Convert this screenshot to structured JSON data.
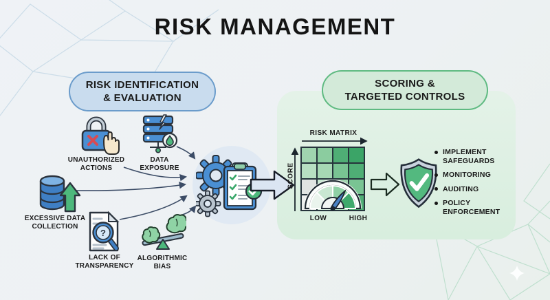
{
  "title": "RISK MANAGEMENT",
  "left_section": {
    "header_line1": "RISK IDENTIFICATION",
    "header_line2": "& EVALUATION",
    "items": [
      {
        "icon": "lock-denied-hand-icon",
        "label_line1": "UNAUTHORIZED",
        "label_line2": "ACTIONS"
      },
      {
        "icon": "server-leak-icon",
        "label_line1": "DATA",
        "label_line2": "EXPOSURE"
      },
      {
        "icon": "database-growth-icon",
        "label_line1": "EXCESSIVE DATA",
        "label_line2": "COLLECTION"
      },
      {
        "icon": "document-magnifier-icon",
        "label_line1": "LACK OF",
        "label_line2": "TRANSPARENCY"
      },
      {
        "icon": "brain-balance-icon",
        "label_line1": "ALGORITHMIC",
        "label_line2": "BIAS"
      }
    ],
    "hub_icon": "gears-checklist-icon"
  },
  "right_section": {
    "header_line1": "SCORING &",
    "header_line2": "TARGETED CONTROLS",
    "matrix": {
      "title": "RISK MATRIX",
      "y_axis_label": "SCORE",
      "x_min_label": "LOW",
      "x_max_label": "HIGH",
      "rows": 4,
      "cols": 4,
      "cell_colors": [
        "#a0d4af",
        "#8bcc9f",
        "#4fae75",
        "#3ba467",
        "#b7dfc2",
        "#a6d8b4",
        "#79c493",
        "#4fae75",
        "#e0e4e2",
        "#c8e7d1",
        "#a0d4af",
        "#79c493",
        "#edefee",
        "#d9eddf",
        "#b7dfc2",
        "#4fae75"
      ],
      "gauge_segment_colors": [
        "#eaf4ed",
        "#c9e7d2",
        "#8fd0a5",
        "#3fa96c"
      ]
    },
    "shield_icon": "shield-check-icon",
    "bullets": [
      "IMPLEMENT SAFEGUARDS",
      "MONITORING",
      "AUDITING",
      "POLICY ENFORCEMENT"
    ]
  },
  "colors": {
    "text": "#1a1a1a",
    "accent_blue": "#4a8fd3",
    "accent_green": "#4db87c",
    "pill_blue_bg": "#c9dcee",
    "pill_blue_border": "#6b9ccb",
    "pill_green_bg": "#d3ead9",
    "pill_green_border": "#5eba81",
    "panel_bg": "#dfefe4",
    "hub_bg": "#e0e9f3",
    "arrow_blue_fill": "#dbe5f2",
    "arrow_green_fill": "#d9efe1",
    "connector": "#3c4c66",
    "needle": "#4a82c4",
    "shield_outer": "#c9d3dd",
    "shield_inner": "#53b97f",
    "red_x": "#d94b52"
  }
}
